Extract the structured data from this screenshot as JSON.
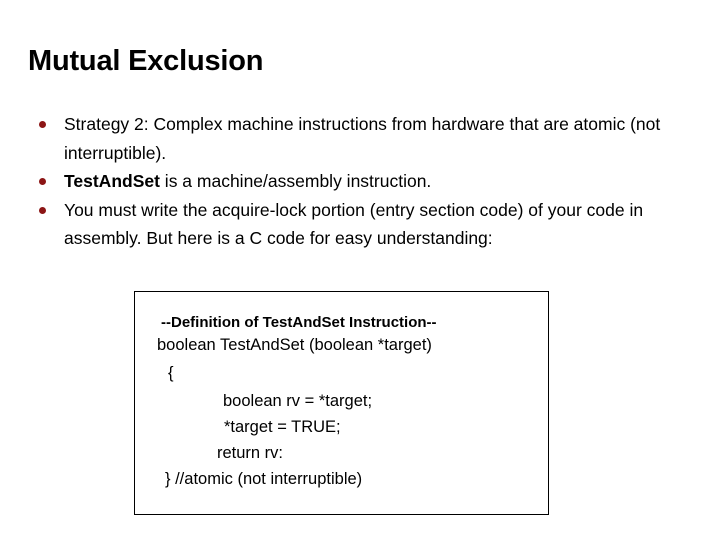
{
  "slide": {
    "title": "Mutual Exclusion",
    "bullet_color": "#8C1515",
    "bullets": [
      {
        "prefix": "Strategy 2: Complex machine instructions from hardware that are atomic (not interruptible).",
        "bold": "",
        "suffix": ""
      },
      {
        "prefix": "",
        "bold": "TestAndSet",
        "suffix": " is a machine/assembly instruction."
      },
      {
        "prefix": "You must write the acquire-lock portion (entry section code) of your code in assembly. But here is a C code for easy understanding:",
        "bold": "",
        "suffix": ""
      }
    ],
    "code_box": {
      "lines": [
        "--Definition of TestAndSet Instruction--",
        "boolean TestAndSet (boolean *target)",
        "{",
        "boolean rv = *target;",
        "*target = TRUE;",
        "return rv:",
        "} //atomic (not interruptible)"
      ]
    }
  }
}
